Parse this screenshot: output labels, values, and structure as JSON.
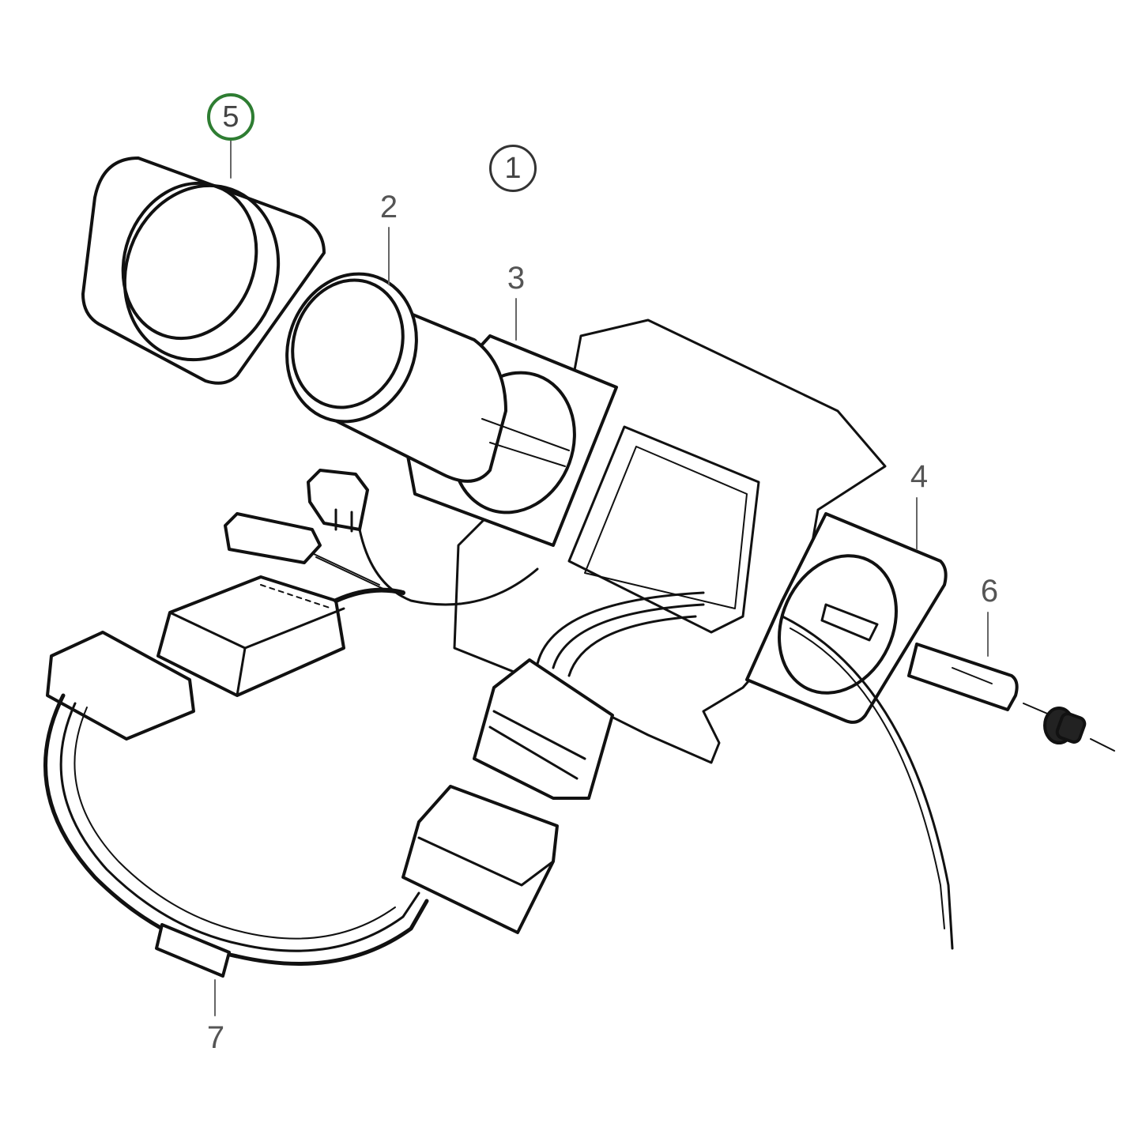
{
  "diagram": {
    "type": "exploded-parts-diagram",
    "subject": "gauge / instrument mount with wiring harness",
    "highlight_color": "#2e7d32",
    "line_color": "#111111",
    "label_color": "#555555",
    "callouts": [
      {
        "id": "5",
        "text": "5",
        "style": "circled",
        "highlighted": true,
        "part": "square bezel / trim ring"
      },
      {
        "id": "1",
        "text": "1",
        "style": "circled",
        "highlighted": false,
        "part": "assembly"
      }
    ],
    "labels": [
      {
        "id": "2",
        "text": "2",
        "part": "gauge body"
      },
      {
        "id": "3",
        "text": "3",
        "part": "mounting plate"
      },
      {
        "id": "4",
        "text": "4",
        "part": "rear bracket"
      },
      {
        "id": "6",
        "text": "6",
        "part": "stud / clamp with knurled nut"
      },
      {
        "id": "7",
        "text": "7",
        "part": "wiring harness"
      }
    ]
  }
}
